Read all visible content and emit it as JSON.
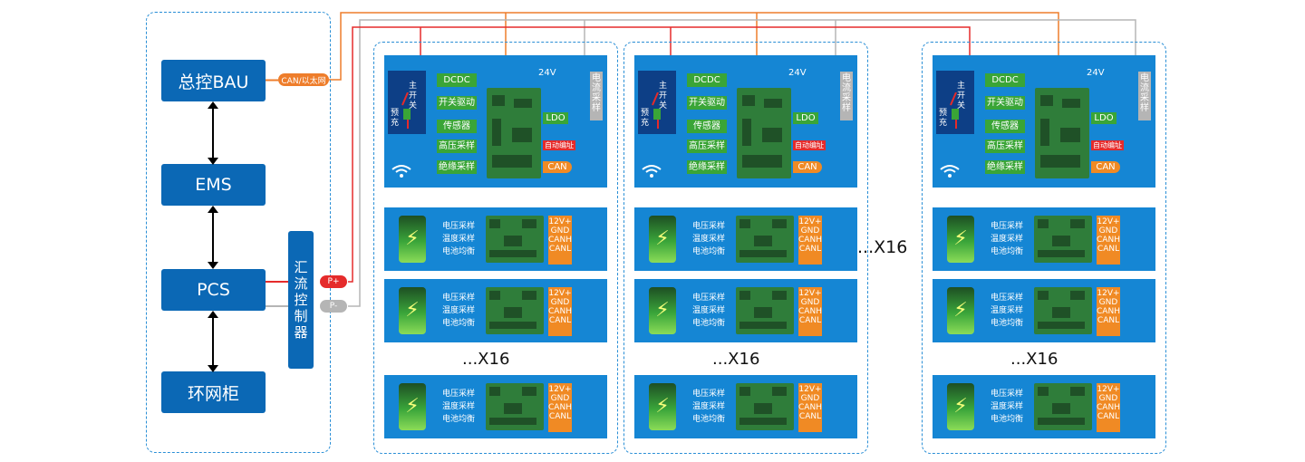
{
  "left_panel": {
    "bau": "总控BAU",
    "ems": "EMS",
    "pcs": "PCS",
    "ring": "环网柜",
    "combiner": "汇流控制器",
    "can_eth": "CAN/以太网",
    "p_plus": "P+",
    "p_minus": "P-"
  },
  "cluster": {
    "dcdc": "DCDC",
    "v24": "24V",
    "main_switch": "主开关",
    "precharge": "预充",
    "switch_drive": "开关驱动",
    "sensor": "传感器",
    "hv_sample": "高压采样",
    "iso_sample": "绝缘采样",
    "ldo": "LDO",
    "auto_addr": "自动编址",
    "can": "CAN",
    "current_sample": "电流采样",
    "modules": {
      "voltage": "电压采样",
      "temperature": "温度采样",
      "balance": "电池均衡",
      "p12v": "12V+",
      "gnd": "GND",
      "canh": "CANH",
      "canl": "CANL"
    },
    "repeat": "...X16"
  },
  "between_repeat": "...X16"
}
